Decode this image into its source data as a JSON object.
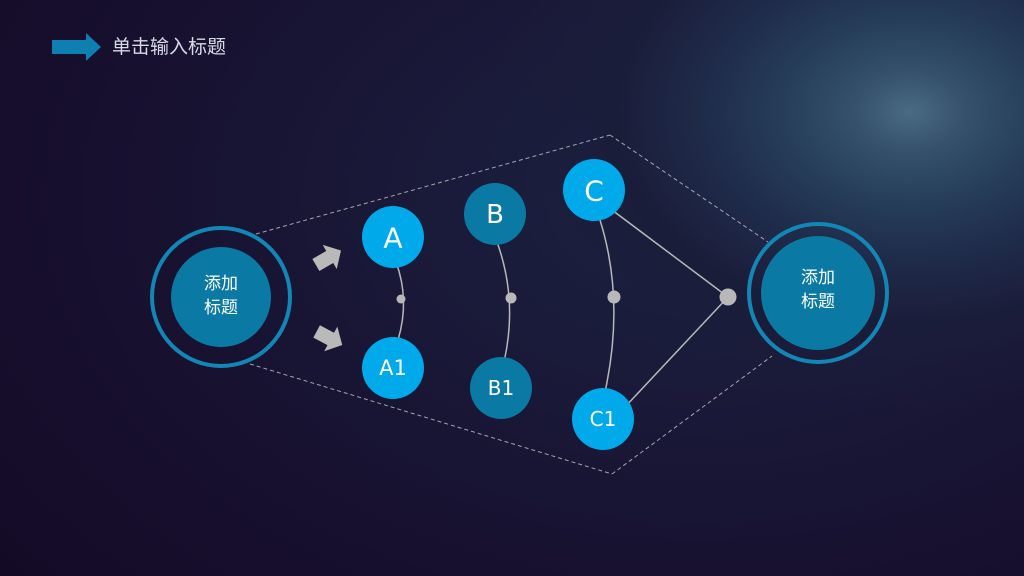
{
  "slide": {
    "title": "单击输入标题"
  },
  "hubs": {
    "left": {
      "line1": "添加",
      "line2": "标题"
    },
    "right": {
      "line1": "添加",
      "line2": "标题"
    }
  },
  "nodes": {
    "a": "A",
    "a1": "A1",
    "b": "B",
    "b1": "B1",
    "c": "C",
    "c1": "C1"
  },
  "colors": {
    "primary": "#00a9ea",
    "secondary": "#0a79a4",
    "hub_ring": "#1287b6",
    "connector": "#b8b8b8",
    "dashed": "#c8c8c8"
  }
}
